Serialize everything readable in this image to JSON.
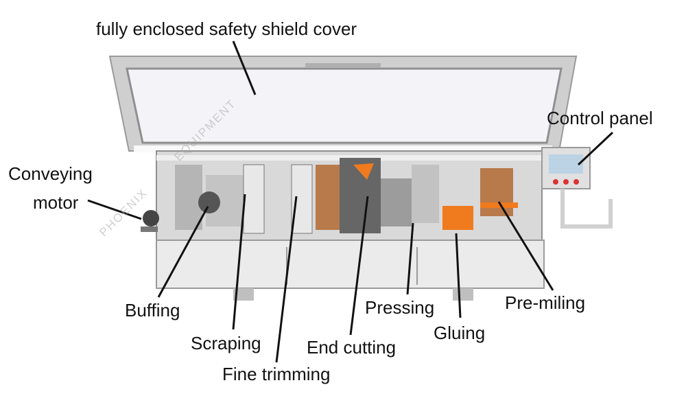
{
  "labels": {
    "cover": "fully enclosed safety shield cover",
    "control_panel": "Control panel",
    "conveying": "Conveying",
    "motor": "motor",
    "buffing": "Buffing",
    "scraping": "Scraping",
    "fine_trimming": "Fine trimming",
    "end_cutting": "End cutting",
    "pressing": "Pressing",
    "gluing": "Gluing",
    "pre_milling": "Pre-miling"
  },
  "watermark": {
    "text_left": "PHOENIX",
    "text_right": "EQUIPMENT"
  },
  "colors": {
    "machine_body": "#d9d9d9",
    "cabinet": "#ebebeb",
    "frame": "#c8c8c8",
    "glass": "#f4f4f8",
    "accent_orange": "#f07a1e",
    "hose_copper": "#b87a4b",
    "leader_line": "#111111"
  }
}
